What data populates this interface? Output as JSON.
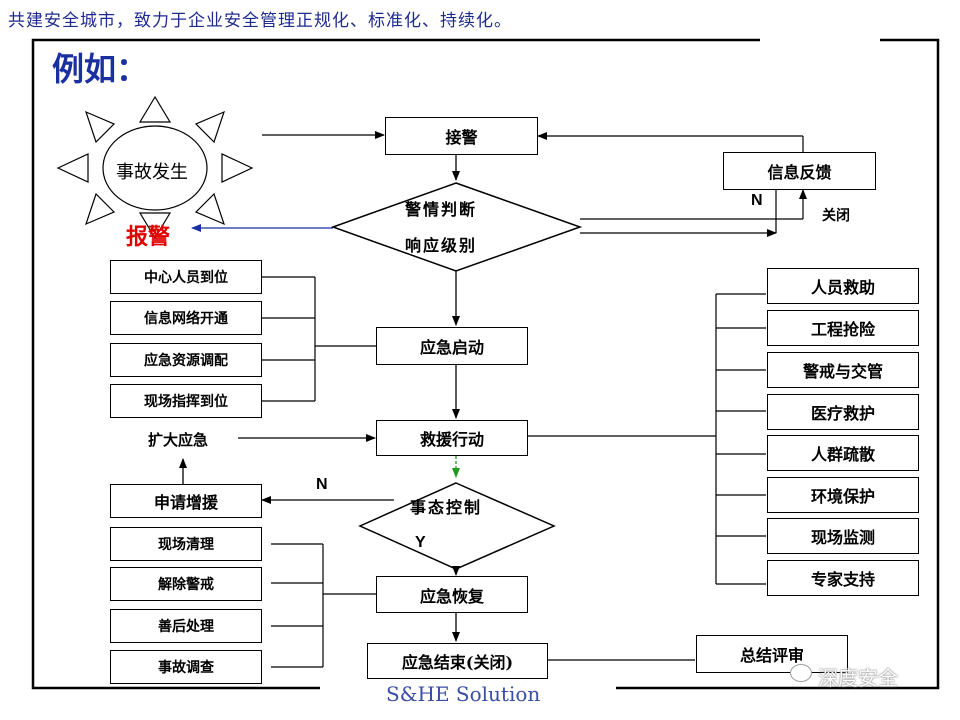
{
  "header": {
    "slogan": "共建安全城市，致力于企业安全管理正规化、标准化、持续化。",
    "example_title": "例如："
  },
  "footer": {
    "brand": "S&HE Solution"
  },
  "watermark": {
    "text": "深度安全"
  },
  "colors": {
    "slogan": "#1f2a8f",
    "title": "#1a2fa0",
    "alarm": "#e00000",
    "footer": "#3a4ea8",
    "dashed_arrow": "#1f9a1f"
  },
  "flow": {
    "accident": "事故发生",
    "alarm_report": "报警",
    "receive_alarm": "接警",
    "feedback": "信息反馈",
    "closed_label": "关闭",
    "judge_line1": "警情判断",
    "judge_line2": "响应级别",
    "n_label_top": "N",
    "start": "应急启动",
    "rescue": "救援行动",
    "expand": "扩大应急",
    "apply_support": "申请增援",
    "n_label_mid": "N",
    "control_line1": "事态控制",
    "y_label": "Y",
    "recovery": "应急恢复",
    "end": "应急结束(关闭)",
    "summary": "总结评审",
    "left_start_items": [
      "中心人员到位",
      "信息网络开通",
      "应急资源调配",
      "现场指挥到位"
    ],
    "left_recovery_items": [
      "现场清理",
      "解除警戒",
      "善后处理",
      "事故调查"
    ],
    "right_rescue_items": [
      "人员救助",
      "工程抢险",
      "警戒与交管",
      "医疗救护",
      "人群疏散",
      "环境保护",
      "现场监测",
      "专家支持"
    ]
  }
}
